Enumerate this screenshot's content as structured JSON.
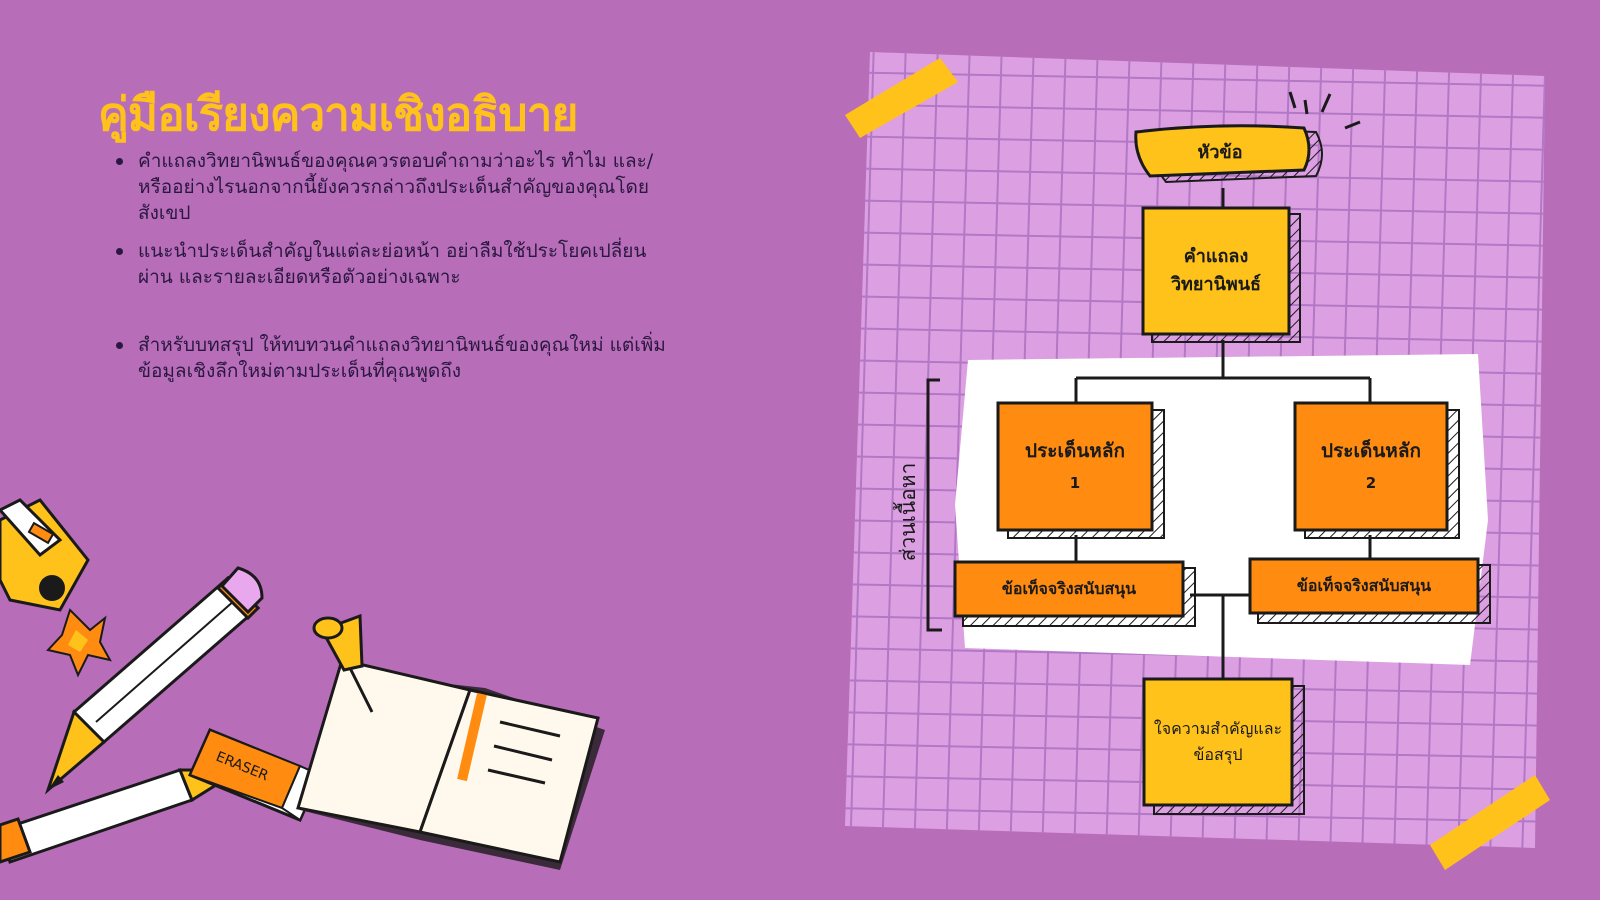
{
  "title": "คู่มือเรียงความเชิงอธิบาย",
  "bullets": [
    "คำแถลงวิทยานิพนธ์ของคุณควรตอบคำถามว่าอะไร ทำไม และ/หรืออย่างไรนอกจากนี้ยังควรกล่าวถึงประเด็นสำคัญของคุณโดยสังเขป",
    "แนะนำประเด็นสำคัญในแต่ละย่อหน้า อย่าลืมใช้ประโยคเปลี่ยนผ่าน และรายละเอียดหรือตัวอย่างเฉพาะ",
    "สำหรับบทสรุป ให้ทบทวนคำแถลงวิทยานิพนธ์ของคุณใหม่ แต่เพิ่มข้อมูลเชิงลึกใหม่ตามประเด็นที่คุณพูดถึง"
  ],
  "diagram": {
    "topic": "หัวข้อ",
    "thesis": {
      "line1": "คำแถลง",
      "line2": "วิทยานิพนธ์"
    },
    "point1": {
      "line1": "ประเด็นหลัก",
      "line2": "1"
    },
    "point2": {
      "line1": "ประเด็นหลัก",
      "line2": "2"
    },
    "support1": "ข้อเท็จจริงสนับสนุน",
    "support2": "ข้อเท็จจริงสนับสนุน",
    "conclusion": {
      "line1": "ใจความสำคัญและ",
      "line2": "ข้อสรุป"
    },
    "body_label": "ส่วนเนื้อหา"
  },
  "colors": {
    "background": "#b86db9",
    "title": "#ffc21a",
    "yellow_box": "#ffc21a",
    "orange_box": "#ff8c10",
    "grid_paper": "#dca0e2",
    "grid_line": "#b277c5",
    "tape": "#ffc21a"
  },
  "icons": [
    "pencil-icon",
    "sharpener-icon",
    "eraser-icon",
    "pushpin-icon",
    "notebook-icon",
    "pencil-shavings-icon"
  ]
}
